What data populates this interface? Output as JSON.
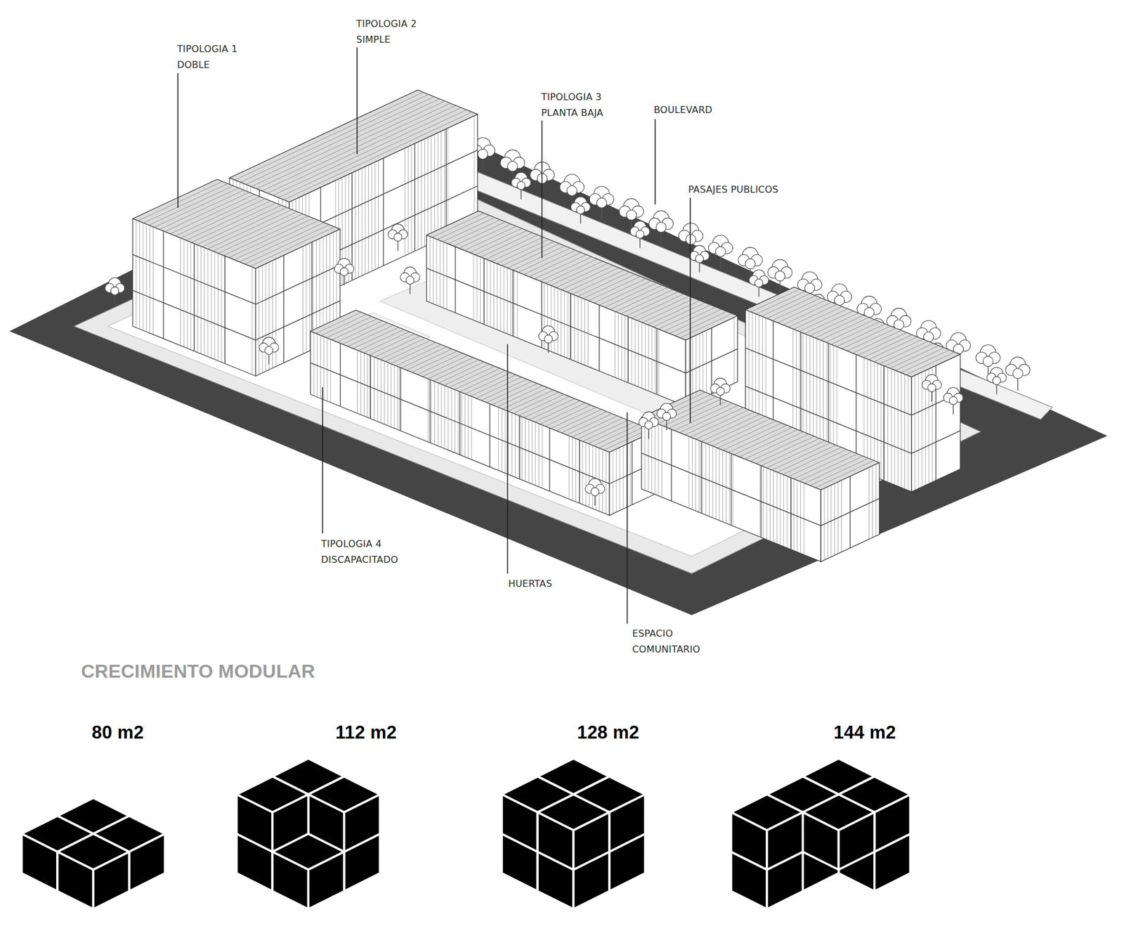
{
  "diagram": {
    "title": "CRECIMIENTO MODULAR",
    "labels": [
      "TIPOLOGIA 2 SIMPLE",
      "TIPOLOGIA 1 DOBLE",
      "TIPOLOGIA 3 PLANTA BAJA",
      "BOULEVARD",
      "PASAJES PUBLICOS",
      "TIPOLOGIA 4 DISCAPACITADO",
      "HUERTAS",
      "ESPACIO COMUNITARIO",
      "80 m2",
      "112 m2",
      "128 m2",
      "144 m2"
    ]
  }
}
